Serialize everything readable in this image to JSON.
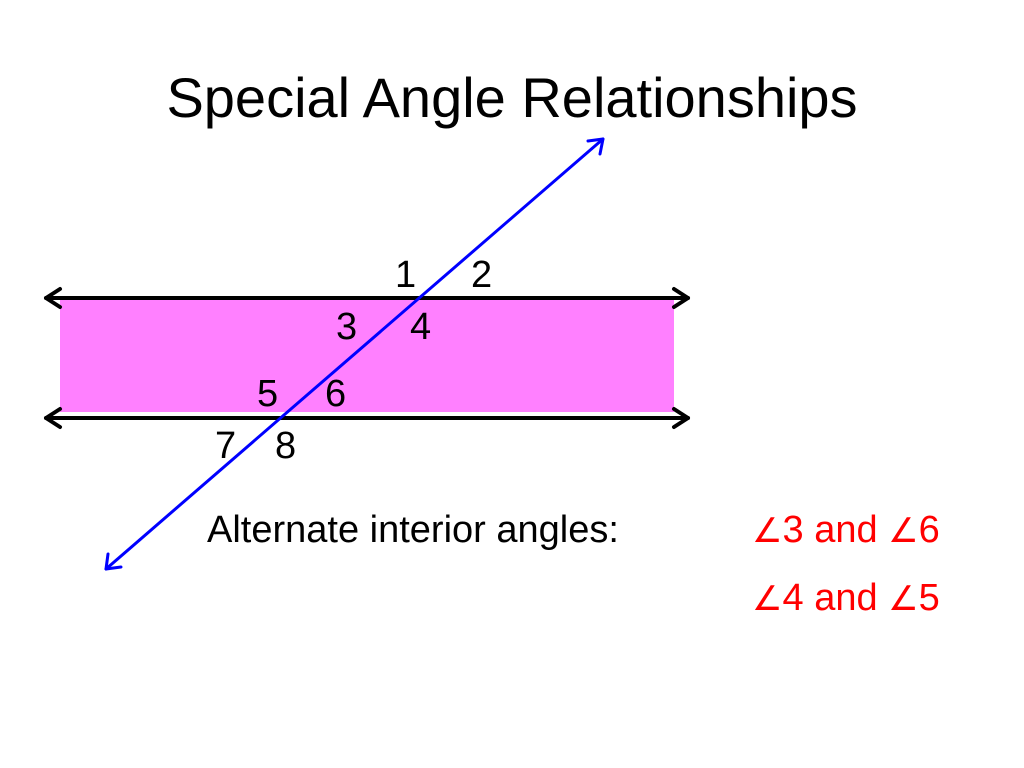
{
  "title": "Special Angle Relationships",
  "colors": {
    "band": "#ff80ff",
    "parallel_lines": "#000000",
    "transversal": "#0000ff",
    "answer_text": "#ff0000"
  },
  "angle_labels": [
    "1",
    "2",
    "3",
    "4",
    "5",
    "6",
    "7",
    "8"
  ],
  "relationship": {
    "label": "Alternate interior angles:",
    "angle_symbol": "∠",
    "connector": "and",
    "pairs": [
      {
        "first": "3",
        "second": "6"
      },
      {
        "first": "4",
        "second": "5"
      }
    ]
  }
}
